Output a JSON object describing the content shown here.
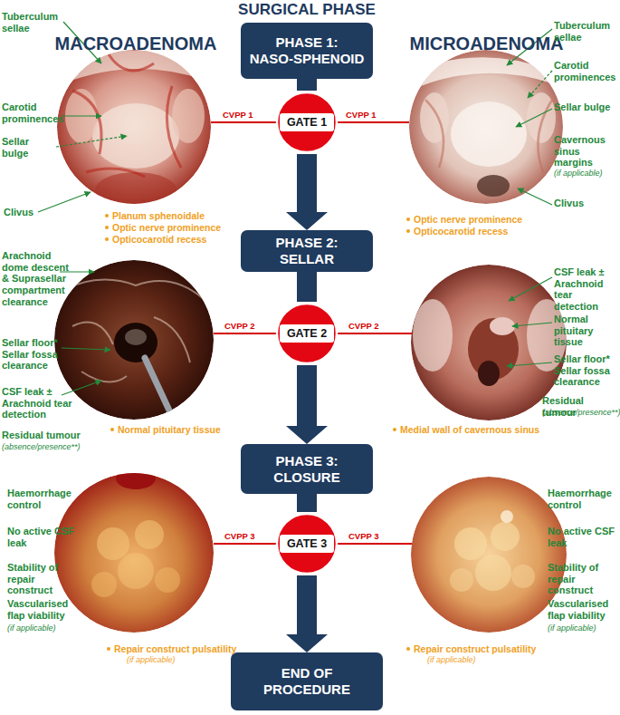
{
  "diagram": {
    "title": "SURGICAL PHASE",
    "nodes": [
      {
        "text": [
          "PHASE 1:",
          "NASO-SPHENOID"
        ]
      },
      {
        "text": [
          "GATE 1"
        ]
      },
      {
        "text": [
          "PHASE 2:",
          "SELLAR"
        ]
      },
      {
        "text": [
          "GATE 2"
        ]
      },
      {
        "text": [
          "PHASE 3:",
          "CLOSURE"
        ]
      },
      {
        "text": [
          "GATE 3"
        ]
      },
      {
        "text": [
          "END OF PROCEDURE"
        ]
      }
    ],
    "edges": [
      {
        "from": 0,
        "to": 1,
        "arrow": "none"
      },
      {
        "from": 1,
        "to": 2,
        "arrow": "to"
      },
      {
        "from": 2,
        "to": 3,
        "arrow": "none"
      },
      {
        "from": 3,
        "to": 4,
        "arrow": "to"
      },
      {
        "from": 4,
        "to": 5,
        "arrow": "none"
      },
      {
        "from": 5,
        "to": 6,
        "arrow": "to"
      }
    ],
    "labels": [
      "MACROADENOMA",
      "MICROADENOMA",
      "Tuberculum sellae",
      "Carotid prominences",
      "Sellar bulge",
      "Clivus",
      "CVPP 1",
      "CVPP 1",
      "Tuberculum sellae",
      "Carotid prominences",
      "Sellar bulge",
      "Cavernous sinus margins",
      "(if applicable)",
      "Clivus",
      "Planum sphenoidale",
      "Optic nerve prominence",
      "Opticocarotid recess",
      "Optic nerve prominence",
      "Opticocarotid recess",
      "Arachnoid dome descent & Suprasellar compartment clearance",
      "Sellar floor* Sellar fossa clearance",
      "CSF leak ± Arachnoid tear detection",
      "Residual tumour",
      "(absence/presence**)",
      "Normal pituitary tissue",
      "CVPP 2",
      "CVPP 2",
      "CSF leak ± Arachnoid tear detection",
      "Normal pituitary tissue",
      "Sellar floor* Sellar fossa clearance",
      "Residual tumour",
      "(absence/presence**)",
      "Medial wall of cavernous sinus",
      "CVPP 3",
      "CVPP 3",
      "Haemorrhage control",
      "No active CSF leak",
      "Stability of repair construct",
      "Vascularised flap viability",
      "(if applicable)",
      "Repair construct pulsatility",
      "(if applicable)",
      "Haemorrhage control",
      "No active CSF leak",
      "Stability of repair construct",
      "Vascularised flap viability",
      "(if applicable)",
      "Repair construct pulsatility",
      "(if applicable)"
    ]
  }
}
